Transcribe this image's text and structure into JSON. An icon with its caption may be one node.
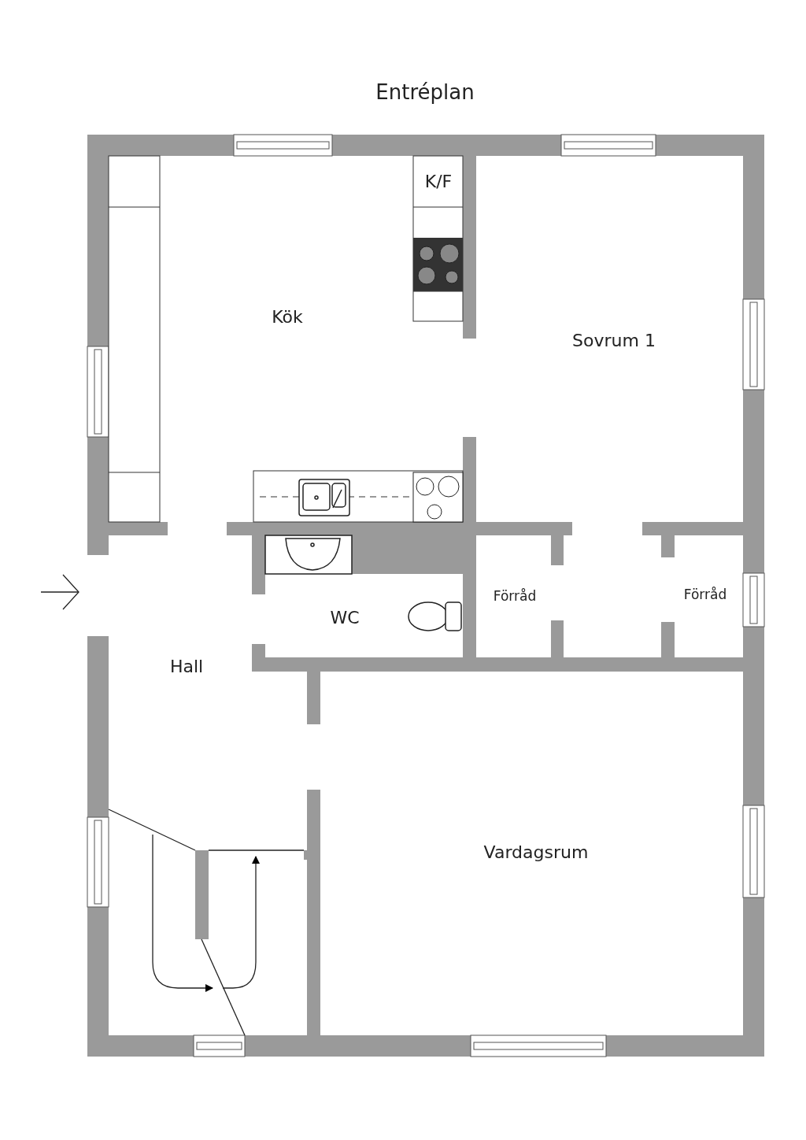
{
  "diagram": {
    "title": "Entréplan",
    "labels": [
      "K/F",
      "Kök",
      "Sovrum 1",
      "Förråd",
      "Förråd",
      "WC",
      "Hall",
      "Vardagsrum"
    ]
  }
}
